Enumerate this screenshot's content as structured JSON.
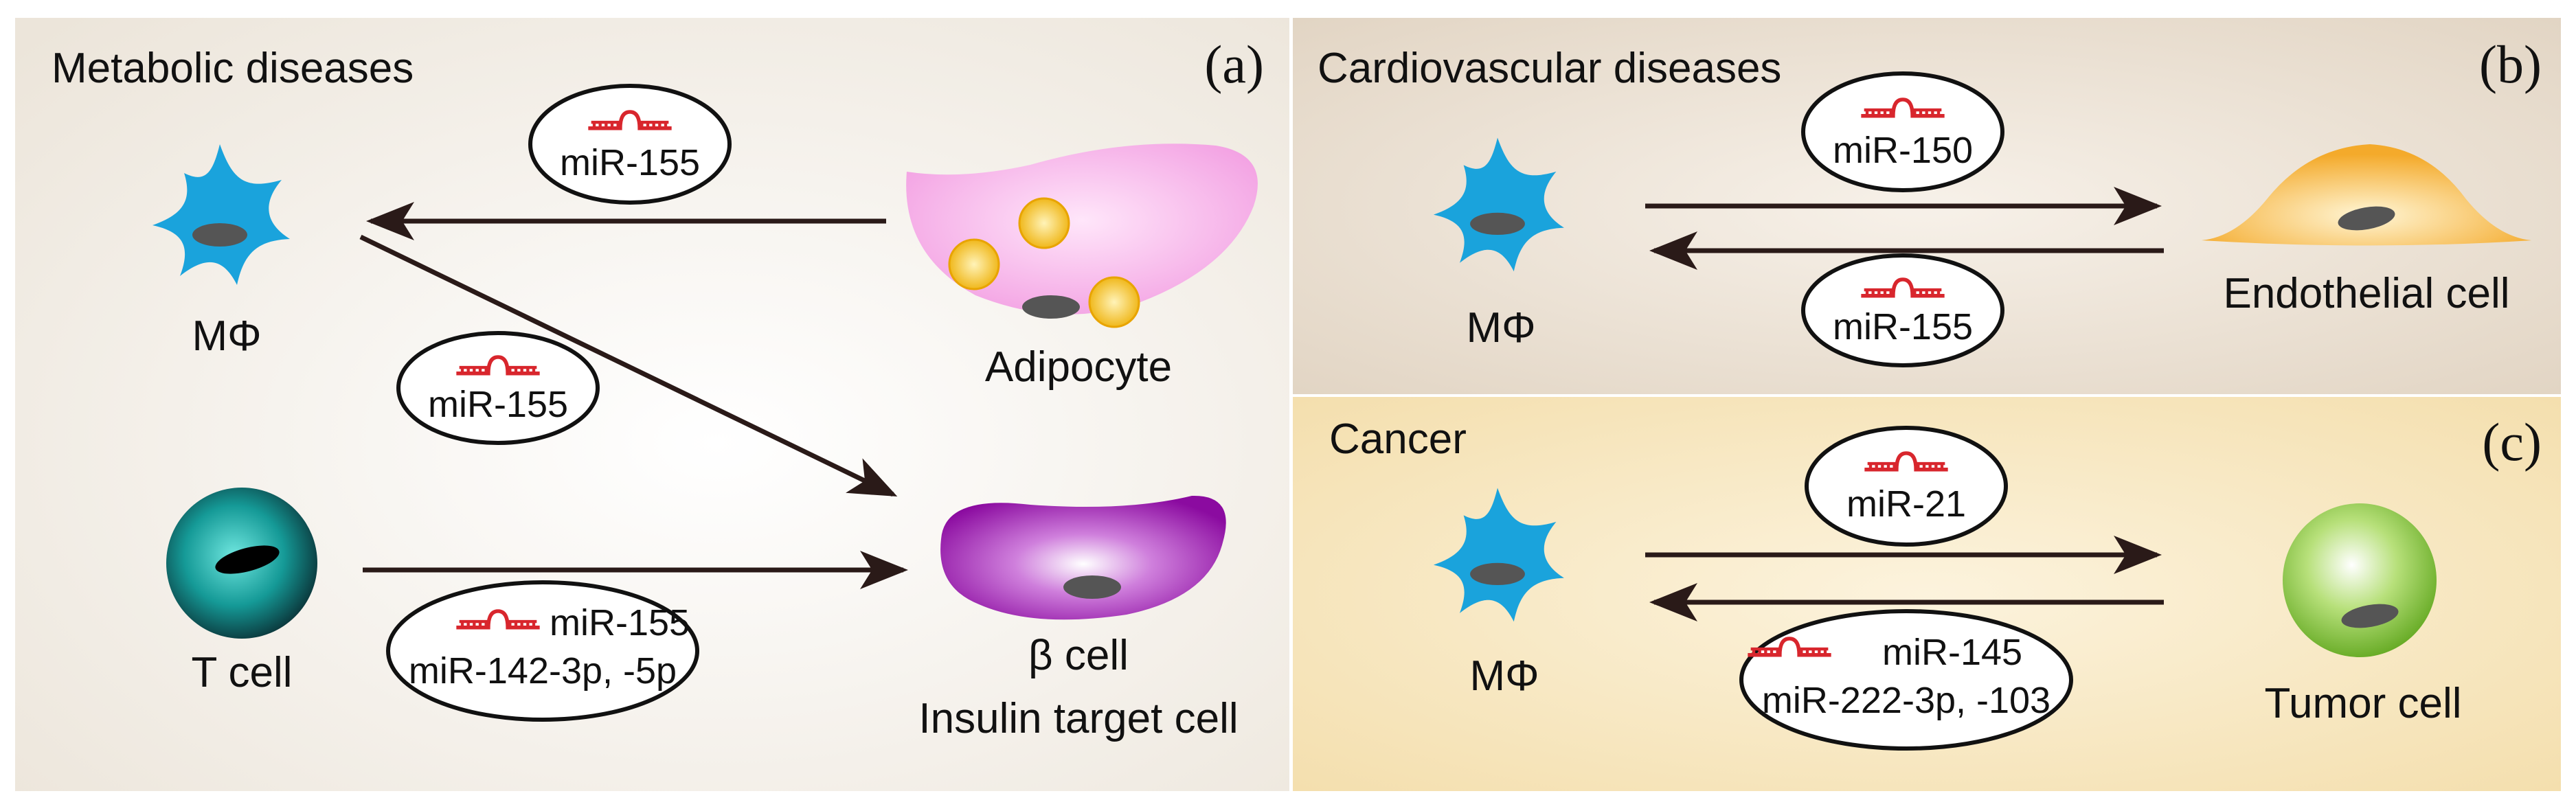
{
  "panels": {
    "a": {
      "letter": "(a)",
      "title": "Metabolic diseases",
      "macrophage_label": "MΦ",
      "adipocyte_label": "Adipocyte",
      "tcell_label": "T cell",
      "beta_label": "β cell",
      "beta_sublabel": "Insulin target cell",
      "mir_adipo_to_mac": "miR-155",
      "mir_mac_to_beta": "miR-155",
      "mir_tcell_line1": "miR-155",
      "mir_tcell_line2": "miR-142-3p, -5p"
    },
    "b": {
      "letter": "(b)",
      "title": "Cardiovascular diseases",
      "macrophage_label": "MΦ",
      "endothelial_label": "Endothelial cell",
      "mir_top": "miR-150",
      "mir_bottom": "miR-155"
    },
    "c": {
      "letter": "(c)",
      "title": "Cancer",
      "macrophage_label": "MΦ",
      "tumor_label": "Tumor cell",
      "mir_top": "miR-21",
      "mir_bottom_line1": "miR-145",
      "mir_bottom_line2": "miR-222-3p, -103"
    }
  },
  "icons": {
    "macrophage": "macrophage-cell-icon",
    "adipocyte": "adipocyte-cell-icon",
    "tcell": "t-cell-icon",
    "beta": "beta-cell-icon",
    "endothelial": "endothelial-cell-icon",
    "tumor": "tumor-cell-icon",
    "mirna": "mirna-hairpin-icon"
  },
  "colors": {
    "macrophage": "#1aa3dc",
    "mirna": "#d8262d",
    "arrow": "#2a1a18",
    "panel_a_bg": "#f3efe9",
    "panel_b_bg": "#ede3d5",
    "panel_c_bg": "#f7e7c2",
    "adipocyte": "#f6a8e6",
    "fat_droplet": "#f6c832",
    "tcell": "#14b5b0",
    "beta": "#a012b4",
    "endothelial": "#f6b53a",
    "tumor": "#7ec02a",
    "nucleus": "#555555"
  }
}
